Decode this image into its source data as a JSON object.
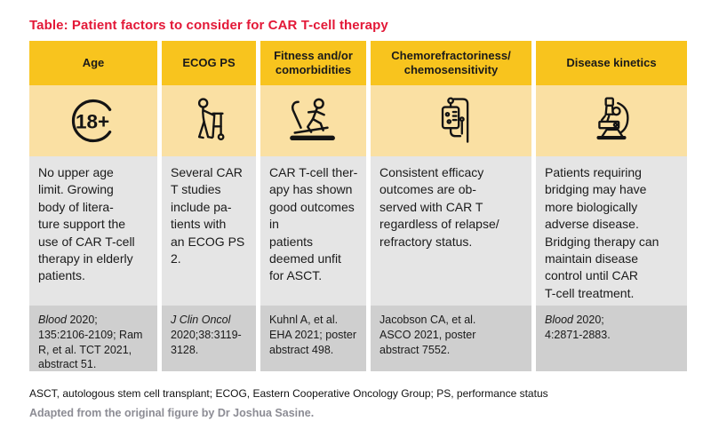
{
  "title": "Table: Patient factors to consider for CAR T-cell therapy",
  "colors": {
    "title_red": "#e31837",
    "header_yellow": "#f8c41e",
    "icon_row_yellow": "#fae0a3",
    "body_gray": "#e5e5e5",
    "reference_gray": "#cfcfcf",
    "text_black": "#1a1a1a",
    "credit_gray": "#8c8c94"
  },
  "columns": [
    {
      "header": "Age",
      "icon": "age-18plus-icon",
      "icon_label": "18+",
      "body": "No upper age\nlimit. Growing\nbody of litera-\nture support the\nuse of CAR T-cell\ntherapy in elderly\npatients.",
      "ref_italic": "Blood",
      "ref_rest": " 2020;\n135:2106-2109; Ram\nR, et al. TCT 2021,\nabstract 51."
    },
    {
      "header": "ECOG PS",
      "icon": "person-with-walker-icon",
      "body": "Several CAR\nT studies\ninclude pa-\ntients with\nan ECOG PS\n2.",
      "ref_italic": "J Clin Oncol",
      "ref_rest": "\n2020;38:3119-\n3128."
    },
    {
      "header": "Fitness and/or\ncomorbidities",
      "icon": "treadmill-runner-icon",
      "body": "CAR T-cell ther-\napy has shown\ngood outcomes\nin\npatients\ndeemed unfit\nfor ASCT.",
      "ref_italic": "",
      "ref_rest": "Kuhnl A, et al.\nEHA 2021; poster\nabstract 498."
    },
    {
      "header": "Chemorefractoriness/\nchemosensitivity",
      "icon": "iv-drip-icon",
      "body": "Consistent efficacy\noutcomes are ob-\nserved with CAR T\nregardless of relapse/\nrefractory status.",
      "ref_italic": "",
      "ref_rest": "Jacobson CA, et al.\nASCO 2021, poster\nabstract 7552."
    },
    {
      "header": "Disease kinetics",
      "icon": "microscope-icon",
      "body": "Patients requiring\nbridging may have\nmore biologically\nadverse disease.\nBridging therapy can\nmaintain disease\ncontrol until CAR\nT-cell treatment.",
      "ref_italic": "Blood",
      "ref_rest": " 2020;\n4:2871-2883."
    }
  ],
  "footnotes": {
    "abbreviations": "ASCT, autologous stem cell transplant; ECOG, Eastern Cooperative Oncology Group; PS, performance status",
    "credit": "Adapted from the original figure by Dr Joshua Sasine."
  }
}
